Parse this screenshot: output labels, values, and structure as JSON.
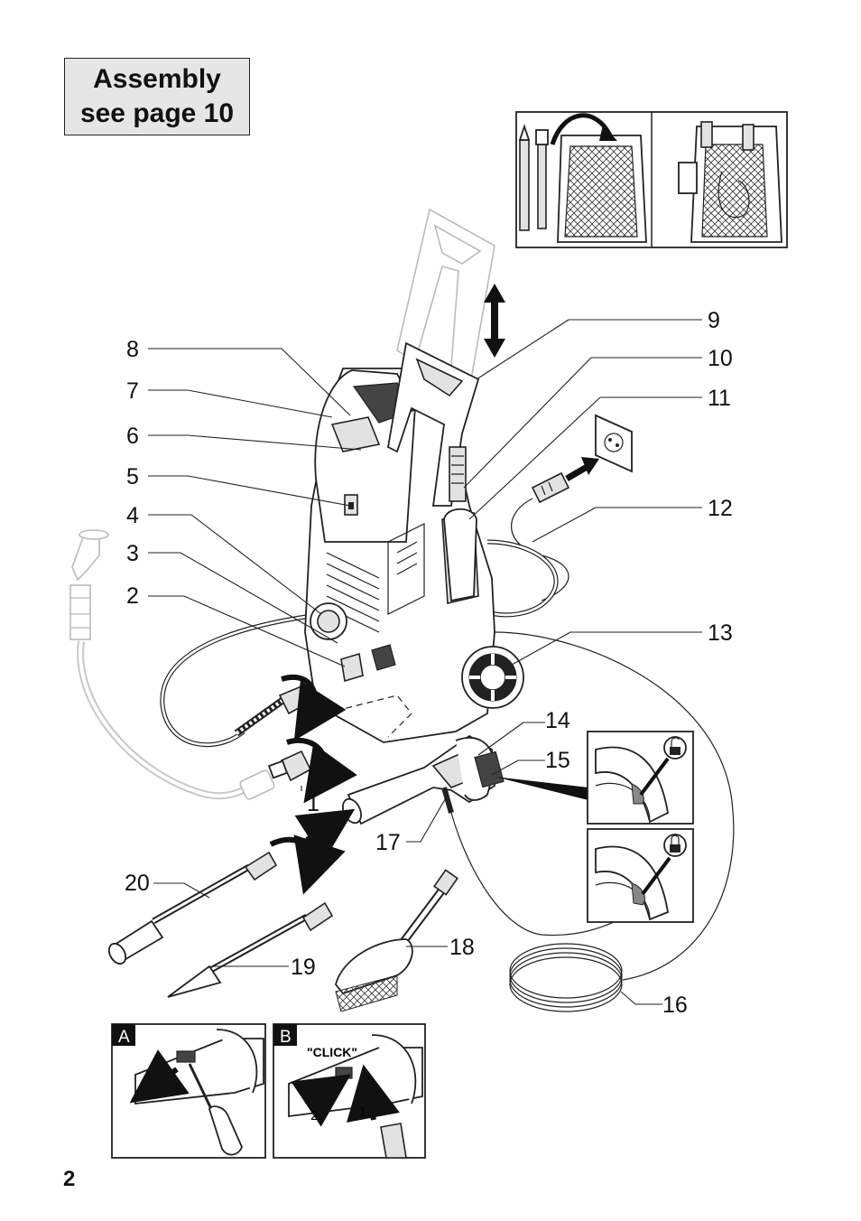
{
  "assembly_note": {
    "line1": "Assembly",
    "line2": "see page 10"
  },
  "page_number": "2",
  "callouts": {
    "n1": "1",
    "n2": "2",
    "n3": "3",
    "n4": "4",
    "n5": "5",
    "n6": "6",
    "n7": "7",
    "n8": "8",
    "n9": "9",
    "n10": "10",
    "n11": "11",
    "n12": "12",
    "n13": "13",
    "n14": "14",
    "n15": "15",
    "n16": "16",
    "n17": "17",
    "n18": "18",
    "n19": "19",
    "n20": "20"
  },
  "insets": {
    "a_label": "A",
    "b_label": "B",
    "click_text": "\"CLICK\"",
    "step1": "1.",
    "step2": "2."
  },
  "icons": {
    "unlock": "unlocked-padlock-icon",
    "lock": "locked-padlock-icon"
  }
}
